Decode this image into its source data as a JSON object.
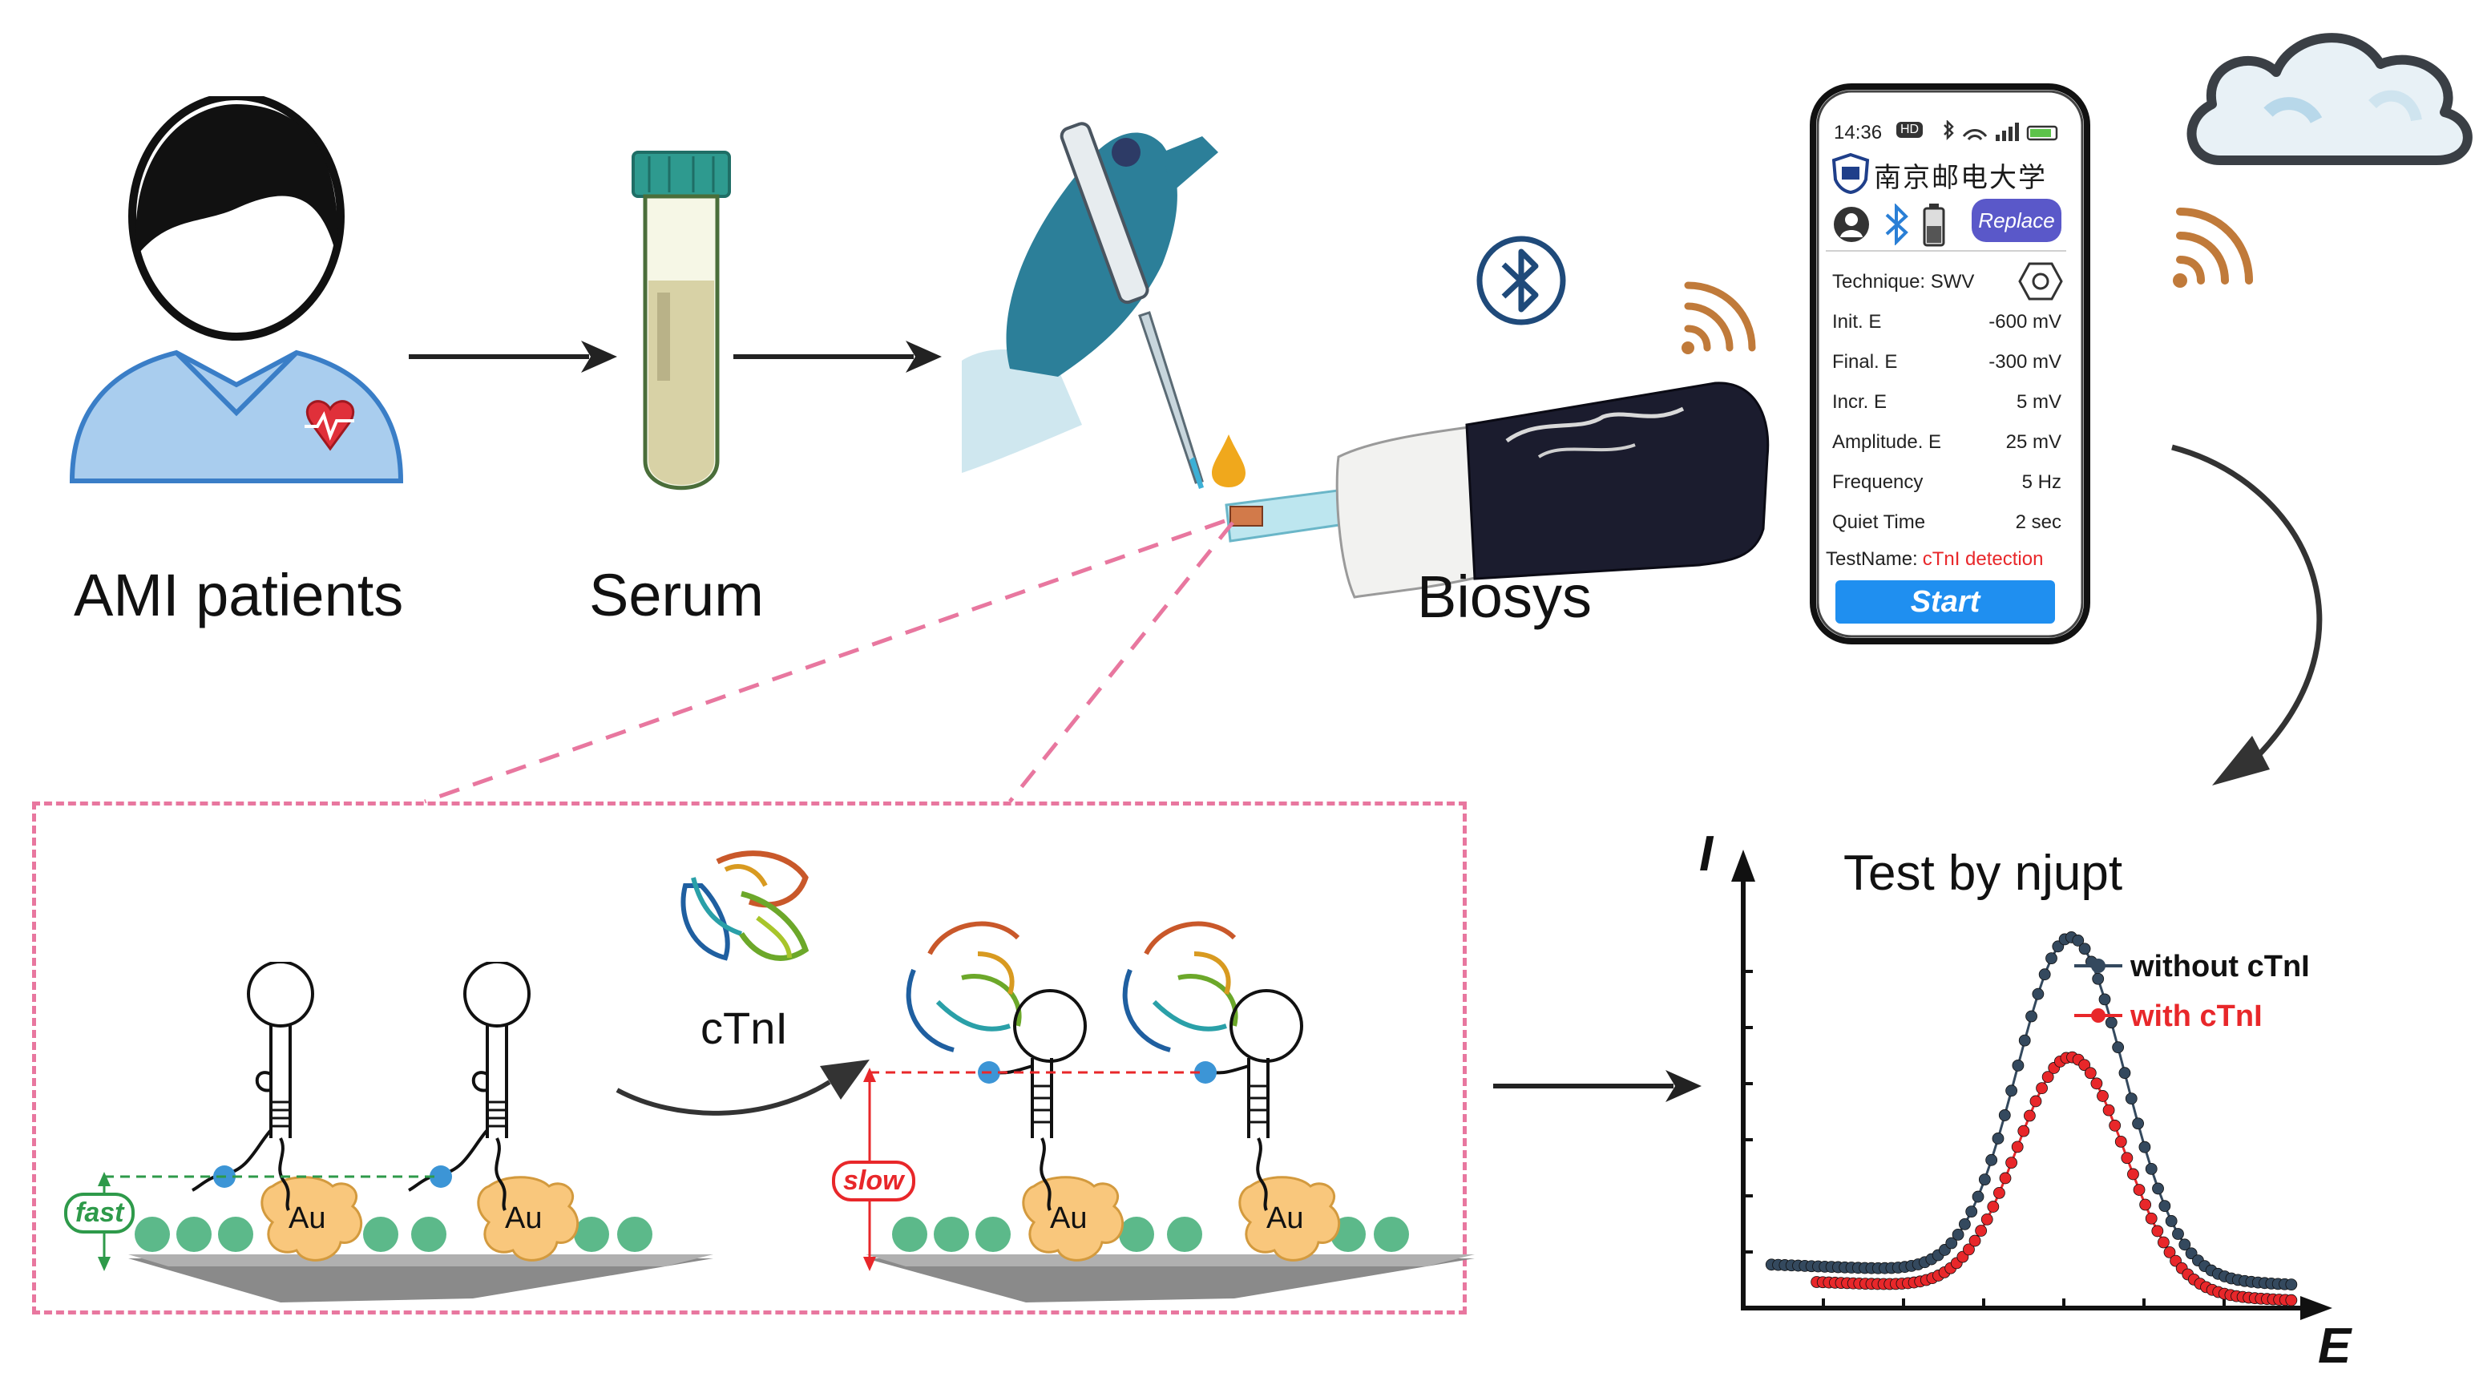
{
  "workflow": {
    "patients_label": "AMI patients",
    "serum_label": "Serum",
    "device_label": "Biosys"
  },
  "phone": {
    "time": "14:36",
    "hd_badge": "HD",
    "university": "南京邮电大学",
    "replace_label": "Replace",
    "technique_label": "Technique: SWV",
    "params": [
      {
        "name": "Init. E",
        "value": "-600 mV"
      },
      {
        "name": "Final. E",
        "value": "-300 mV"
      },
      {
        "name": "Incr. E",
        "value": "5 mV"
      },
      {
        "name": "Amplitude. E",
        "value": "25 mV"
      },
      {
        "name": "Frequency",
        "value": "5 Hz"
      },
      {
        "name": "Quiet Time",
        "value": "2 sec"
      }
    ],
    "testname_label": "TestName:",
    "testname_value": "cTnI detection",
    "start_label": "Start"
  },
  "mechanism": {
    "protein_label": "cTnI",
    "electrode_label": "Au",
    "fast_label": "fast",
    "slow_label": "slow"
  },
  "chart": {
    "title": "Test by njupt",
    "y_axis": "I",
    "x_axis": "E",
    "legend": [
      "without cTnI",
      "with cTnI"
    ]
  },
  "colors": {
    "series_without": "#34495e",
    "series_with": "#e8272a",
    "pink_dash": "#e8779f",
    "shirt": "#a9cdee",
    "serum": "#d8d2a6",
    "glove": "#2c7f99",
    "droplet": "#f0a81c",
    "electrode_pad": "#f9c77c",
    "green_bead": "#5cb98a",
    "blue_bead": "#3c95d6",
    "start_button": "#1f8ff0",
    "replace_button": "#5a58c9"
  },
  "chart_data": {
    "type": "scatter",
    "title": "Test by njupt",
    "xlabel": "E",
    "ylabel": "I",
    "legend_position": "top-right",
    "series": [
      {
        "name": "without cTnI",
        "peak_x": 0.58,
        "peak_y": 0.88,
        "baseline": 0.1,
        "width": 0.095,
        "x_start": 0.05
      },
      {
        "name": "with cTnI",
        "peak_x": 0.58,
        "peak_y": 0.6,
        "baseline": 0.06,
        "width": 0.095,
        "x_start": 0.13
      }
    ]
  }
}
